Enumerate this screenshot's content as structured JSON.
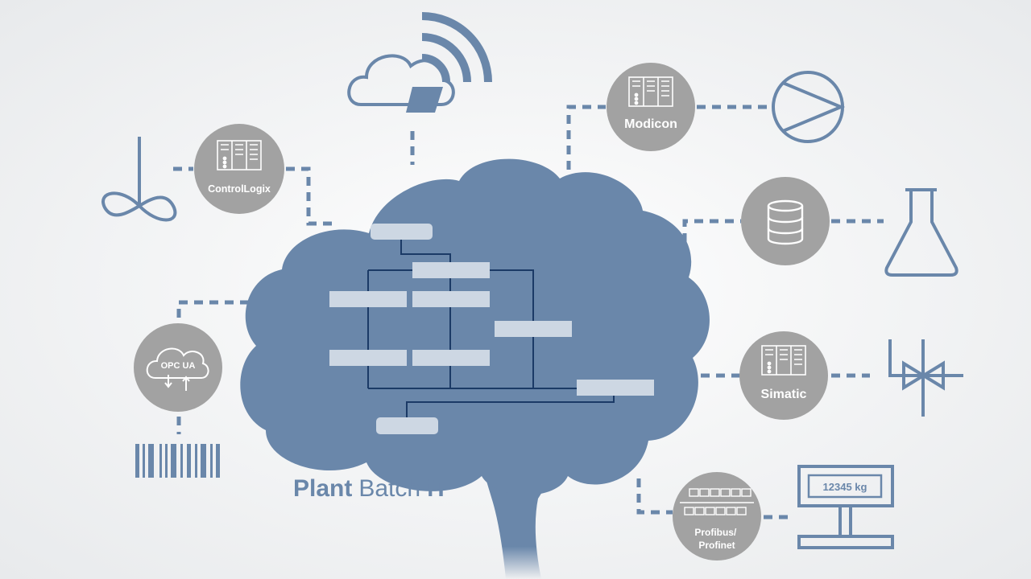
{
  "brand": {
    "part1": "Plant",
    "part2": "Batch",
    "part3": "iT"
  },
  "nodes": {
    "controllogix": "ControlLogix",
    "modicon": "Modicon",
    "opcua": "OPC UA",
    "simatic": "Simatic",
    "profibus_line1": "Profibus/",
    "profibus_line2": "Profinet"
  },
  "scale_display": "12345 kg",
  "icons": [
    "cloud-wifi-icon",
    "agitator-icon",
    "plc-icon",
    "pump-icon",
    "database-icon",
    "flask-icon",
    "opc-ua-cloud-icon",
    "barcode-icon",
    "valve-icon",
    "network-icon",
    "weighing-scale-icon",
    "brain-icon"
  ],
  "colors": {
    "accent": "#6a87aa",
    "node": "#a2a2a2",
    "brain": "#6a87aa",
    "box": "#cdd7e3",
    "tree": "#1b3a66"
  }
}
